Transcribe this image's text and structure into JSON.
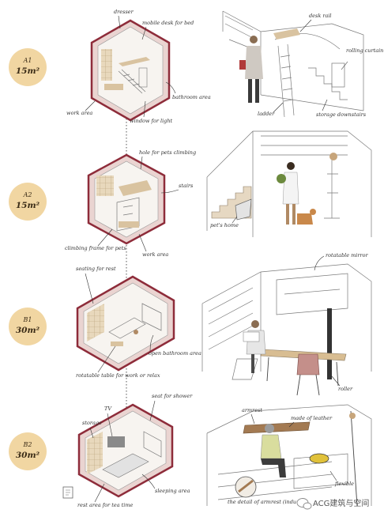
{
  "colors": {
    "badge": "#f1d6a2",
    "badge_text": "#3a2b16",
    "module_outline": "#8e2c3a",
    "module_fill": "#ead4d1",
    "wood": "#d9c3a0"
  },
  "sections": [
    {
      "code": "A1",
      "area": "15m²",
      "labels": [
        "dresser",
        "mobile desk for bed",
        "bathroom area",
        "work area",
        "window for light",
        "desk rail",
        "rolling curtain",
        "ladder",
        "storage downstairs"
      ]
    },
    {
      "code": "A2",
      "area": "15m²",
      "labels": [
        "hole for pets climbing",
        "stairs",
        "climbing frame for pets",
        "work area",
        "pet's home"
      ]
    },
    {
      "code": "B1",
      "area": "30m²",
      "labels": [
        "seating for rest",
        "open bathroom area",
        "rotatable table for work or relax",
        "rotatable mirror",
        "roller"
      ]
    },
    {
      "code": "B2",
      "area": "30m²",
      "labels": [
        "seat for shower",
        "TV",
        "storage",
        "sleeping area",
        "rest area for tea time",
        "armrest",
        "made of leather",
        "the detail of armrest (indu",
        "flexible"
      ]
    }
  ],
  "watermark": {
    "text": "ACG建筑与空间"
  }
}
